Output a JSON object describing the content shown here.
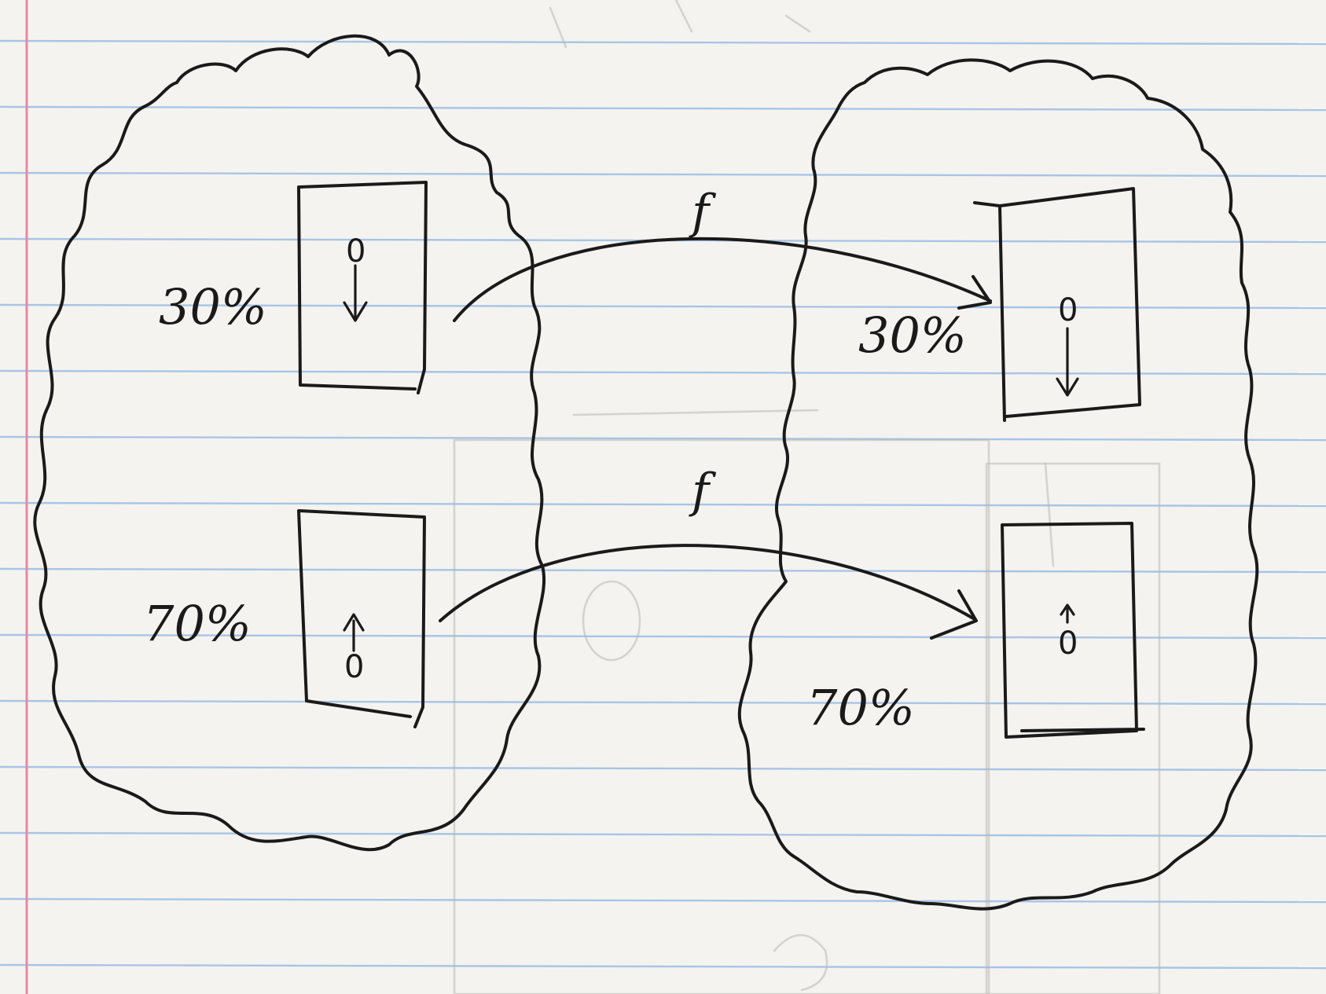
{
  "diagram": {
    "left_cloud": {
      "upper_state": {
        "probability": "30%",
        "ball": "0",
        "direction": "down"
      },
      "lower_state": {
        "probability": "70%",
        "ball": "0",
        "direction": "up"
      }
    },
    "right_cloud": {
      "upper_state": {
        "probability": "30%",
        "ball": "0",
        "direction": "down"
      },
      "lower_state": {
        "probability": "70%",
        "ball": "0",
        "direction": "up"
      }
    },
    "mappings": [
      {
        "label": "f",
        "from": "left-upper",
        "to": "right-upper"
      },
      {
        "label": "f",
        "from": "left-lower",
        "to": "right-lower"
      }
    ]
  },
  "colors": {
    "paper": "#f4f3ef",
    "rule_line": "#a8c4e6",
    "margin_line": "#e48aa0",
    "ink": "#1a1a1a",
    "ghost_pencil": "#b8b8b4"
  }
}
